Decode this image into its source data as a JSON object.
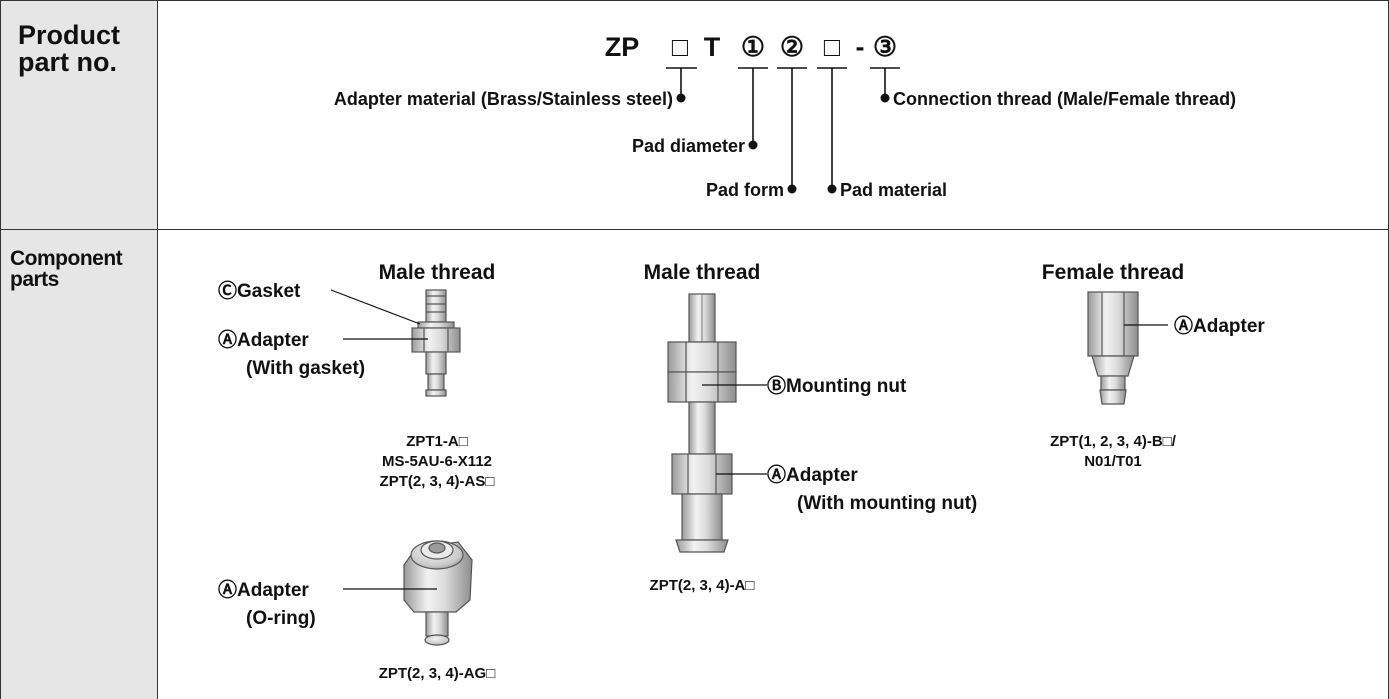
{
  "rows": {
    "product_part_no": {
      "label_line1": "Product",
      "label_line2": "part no."
    },
    "component_parts": {
      "label_line1": "Component",
      "label_line2": "parts"
    }
  },
  "part_code": {
    "segments": [
      "ZP",
      "□",
      "T",
      "①",
      "②",
      "□",
      "-",
      "③"
    ],
    "callouts": {
      "adapter_material": "Adapter material (Brass/Stainless steel)",
      "connection_thread": "Connection thread (Male/Female thread)",
      "pad_diameter": "Pad diameter",
      "pad_form": "Pad form",
      "pad_material": "Pad material"
    }
  },
  "components": {
    "male_thread_small": {
      "title": "Male thread",
      "gasket_label": "ⒸGasket",
      "adapter_label": "ⒶAdapter",
      "adapter_sub": "(With gasket)",
      "codes": [
        "ZPT1-A□",
        "MS-5AU-6-X112",
        "ZPT(2, 3, 4)-AS□"
      ]
    },
    "oring": {
      "adapter_label": "ⒶAdapter",
      "adapter_sub": "(O-ring)",
      "code": "ZPT(2, 3, 4)-AG□"
    },
    "male_thread_long": {
      "title": "Male thread",
      "nut_label": "ⒷMounting nut",
      "adapter_label": "ⒶAdapter",
      "adapter_sub": "(With mounting nut)",
      "code": "ZPT(2, 3, 4)-A□"
    },
    "female_thread": {
      "title": "Female thread",
      "adapter_label": "ⒶAdapter",
      "codes": [
        "ZPT(1, 2, 3, 4)-B□/",
        "N01/T01"
      ]
    }
  }
}
